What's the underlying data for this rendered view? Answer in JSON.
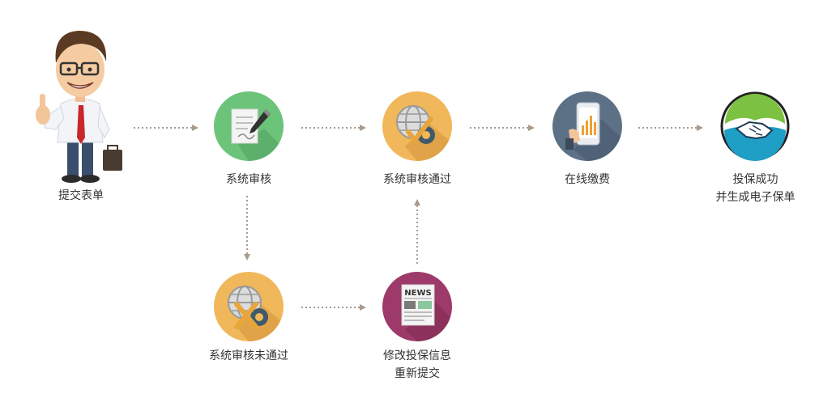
{
  "steps": {
    "submit_form": "提交表单",
    "system_review": "系统审核",
    "review_passed": "系统审核通过",
    "online_payment": "在线缴费",
    "success_line1": "投保成功",
    "success_line2": "并生成电子保单",
    "review_failed": "系统审核未通过",
    "modify_line1": "修改投保信息",
    "modify_line2": "重新提交"
  },
  "icons": {
    "person": "businessman-thumbs-up-icon",
    "review": "document-pen-icon",
    "passed": "globe-gear-check-icon",
    "payment": "phone-chart-icon",
    "success": "handshake-icon",
    "failed": "globe-gear-cross-icon",
    "modify": "newspaper-icon",
    "news_text": "NEWS"
  },
  "colors": {
    "green": "#6cc37a",
    "orange": "#f0b85a",
    "slate": "#5d7186",
    "plum": "#9e3a6a",
    "teal": "#1f9ec6",
    "arrow": "#a89a8c"
  }
}
